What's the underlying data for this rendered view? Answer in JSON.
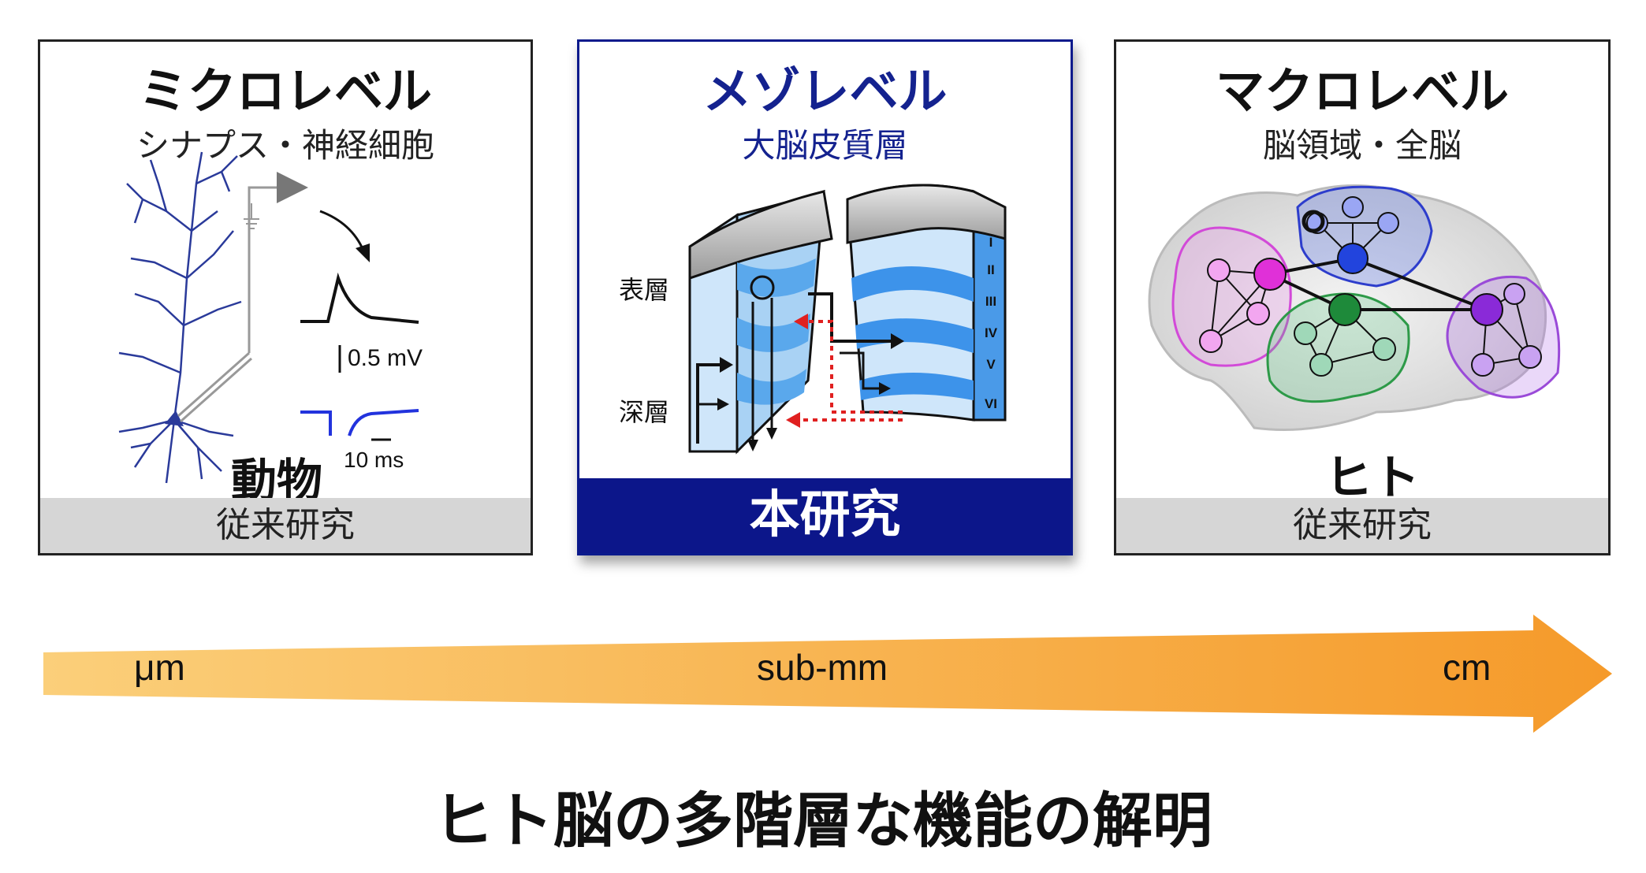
{
  "panels": {
    "micro": {
      "title": "ミクロレベル",
      "subtitle": "シナプス・神経細胞",
      "scale_bar_voltage": "0.5 mV",
      "scale_bar_time": "10 ms",
      "subject": "動物",
      "footer": "従来研究"
    },
    "meso": {
      "title": "メゾレベル",
      "subtitle": "大脳皮質層",
      "label_superficial": "表層",
      "label_deep": "深層",
      "layers": [
        "I",
        "II",
        "III",
        "IV",
        "V",
        "VI"
      ],
      "footer": "本研究"
    },
    "macro": {
      "title": "マクロレベル",
      "subtitle": "脳領域・全脳",
      "subject": "ヒト",
      "footer": "従来研究"
    }
  },
  "scale_axis": {
    "labels": [
      "μm",
      "sub-mm",
      "cm"
    ],
    "gradient_start": "#fbcf7a",
    "gradient_end": "#f59a2a"
  },
  "conclusion": "ヒト脳の多階層な機能の解明"
}
